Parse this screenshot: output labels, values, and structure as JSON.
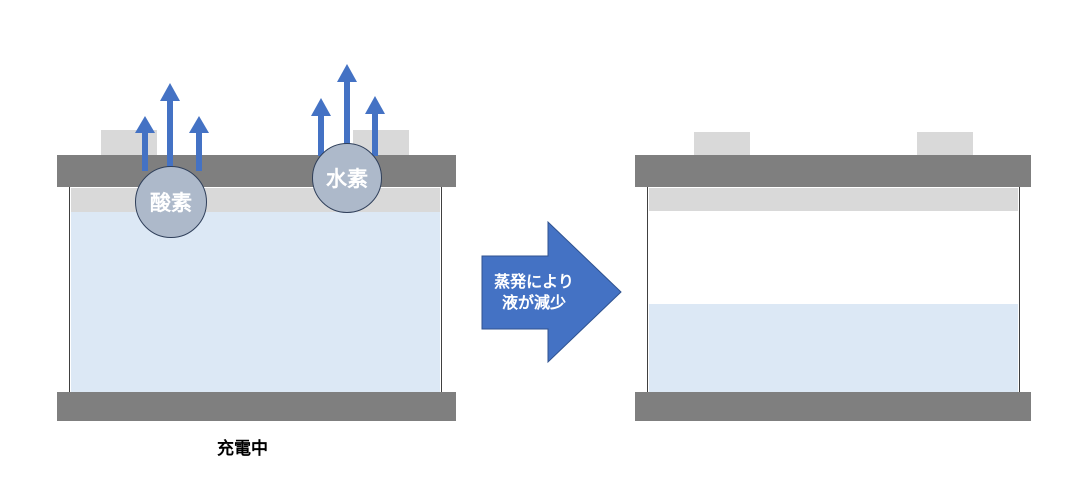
{
  "colors": {
    "lid": "#7f7f7f",
    "terminal": "#d9d9d9",
    "gas_space": "#d9d9d9",
    "electrolyte": "#dce8f5",
    "gas_arrow": "#4472c4",
    "bubble_fill": "#adb9ca",
    "process_arrow": "#4472c4"
  },
  "left_battery": {
    "caption": "充電中",
    "oxygen_label": "酸素",
    "hydrogen_label": "水素"
  },
  "process_arrow": {
    "line1": "蒸発により",
    "line2": "液が減少"
  }
}
